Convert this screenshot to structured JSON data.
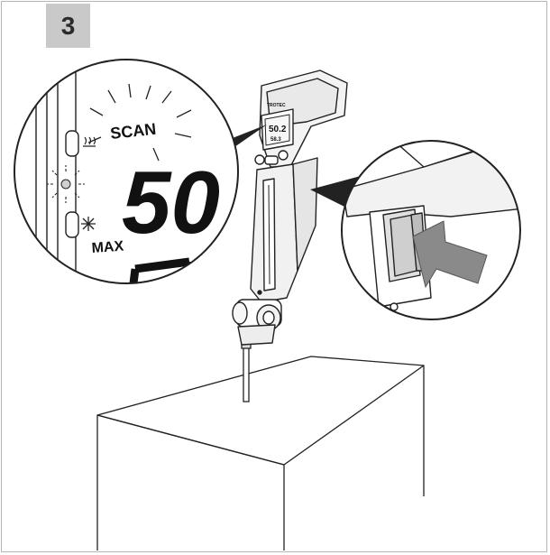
{
  "step": {
    "number": "3"
  },
  "display_zoom": {
    "mode_text": "SCAN",
    "reading_text": "50",
    "max_text": "MAX"
  },
  "device": {
    "brand_text": "TROTEC",
    "display_reading": "50.2",
    "display_sub": "58.3"
  },
  "colors": {
    "badge": "#c9c9c9",
    "arrow": "#8a8a8a",
    "trigger": "#cfcfcf",
    "frame": "#b5b5b5"
  }
}
